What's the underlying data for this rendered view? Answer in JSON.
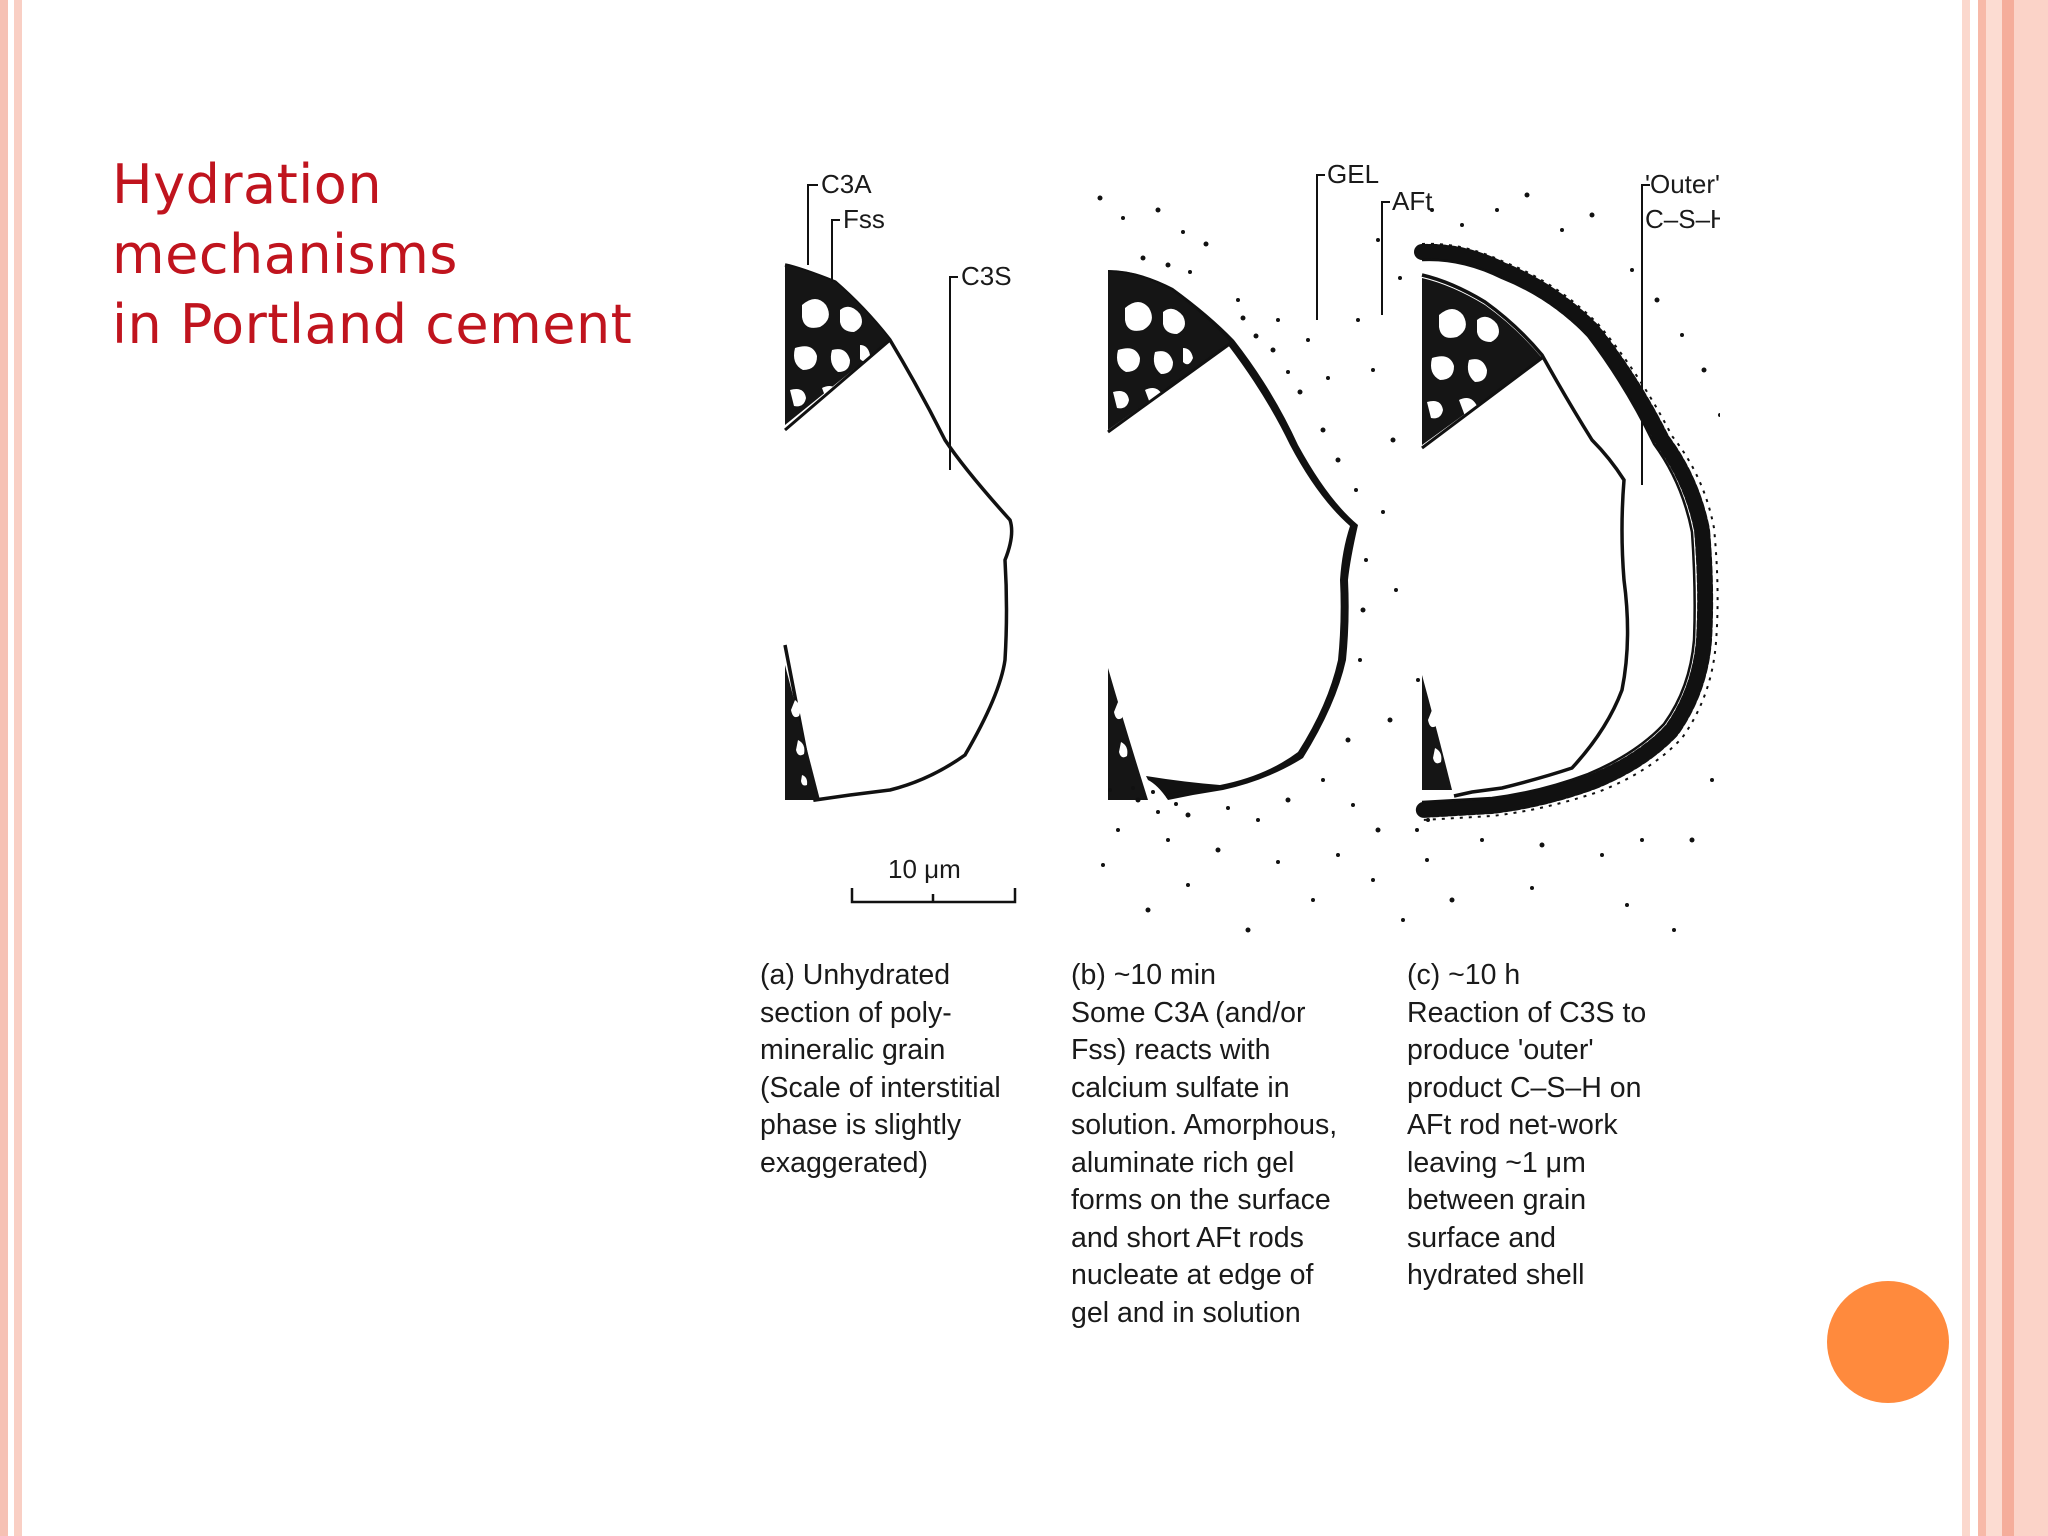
{
  "slide": {
    "title_lines": [
      "Hydration mechanisms",
      "in Portland cement"
    ],
    "accent_color": "#c0141e",
    "nav_dot_color": "#ff8a3d"
  },
  "diagram": {
    "labels": {
      "c3a": "C3A",
      "fss": "Fss",
      "c3s": "C3S",
      "gel": "GEL",
      "aft": "AFt",
      "outer_line1": "'Outer'",
      "outer_line2": "C–S–H"
    },
    "scale_bar": "10 μm",
    "captions": {
      "a": [
        "(a) Unhydrated",
        "section of poly-",
        "mineralic grain",
        "(Scale of interstitial",
        "phase is slightly",
        "exaggerated)"
      ],
      "b": [
        "(b) ~10 min",
        "Some C3A (and/or",
        "Fss) reacts with",
        "calcium sulfate in",
        "solution. Amorphous,",
        "aluminate rich gel",
        "forms on the surface",
        "and short AFt rods",
        "nucleate at edge of",
        "gel and in solution"
      ],
      "c": [
        "(c) ~10 h",
        "Reaction of C3S to",
        "produce 'outer'",
        "product C–S–H on",
        "AFt rod net-work",
        "leaving ~1 μm",
        "between grain",
        "surface and",
        "hydrated shell"
      ]
    }
  }
}
